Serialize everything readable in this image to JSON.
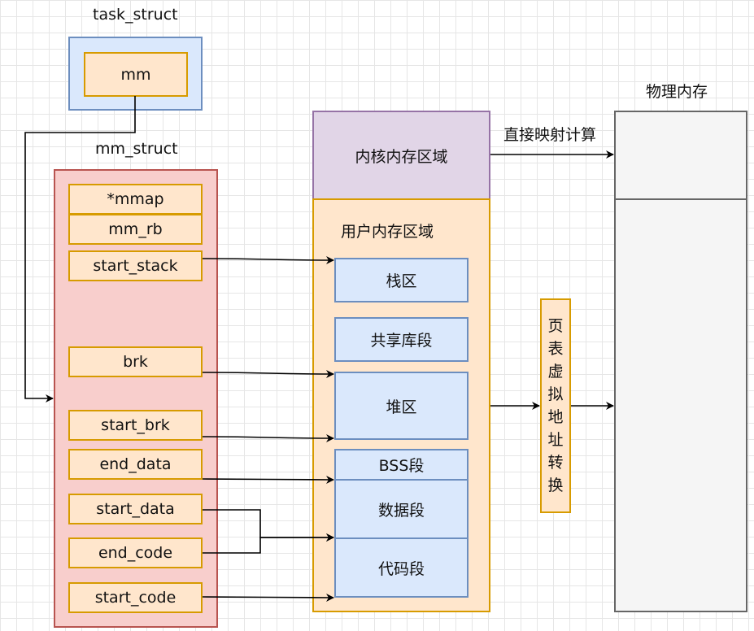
{
  "task_struct": {
    "title": "task_struct",
    "mm": "mm"
  },
  "mm_struct": {
    "title": "mm_struct",
    "fields": {
      "mmap": "*mmap",
      "mm_rb": "mm_rb",
      "start_stack": "start_stack",
      "brk": "brk",
      "start_brk": "start_brk",
      "end_data": "end_data",
      "start_data": "start_data",
      "end_code": "end_code",
      "start_code": "start_code"
    }
  },
  "virtual_memory": {
    "kernel_region": "内核内存区域",
    "user_region": "用户内存区域",
    "segments": {
      "stack": "栈区",
      "shared_lib": "共享库段",
      "heap": "堆区",
      "bss": "BSS段",
      "data": "数据段",
      "code": "代码段"
    }
  },
  "direct_map_label": "直接映射计算",
  "page_table_label": "页表虚拟地址转换",
  "physical_memory": {
    "title": "物理内存"
  },
  "colors": {
    "orange_fill": "#ffe6cc",
    "orange_stroke": "#d79b00",
    "blue_fill": "#dae8fc",
    "blue_stroke": "#6c8ebf",
    "red_fill": "#f8cecc",
    "red_stroke": "#b85450",
    "purple_fill": "#e1d5e7",
    "purple_stroke": "#9673a6",
    "gray_fill": "#f5f5f5",
    "gray_stroke": "#666666"
  }
}
